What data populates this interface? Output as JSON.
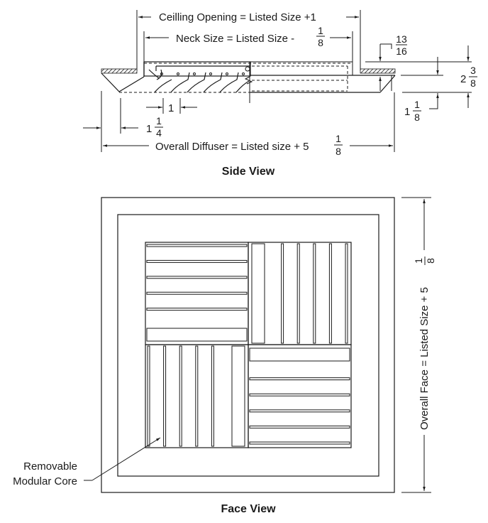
{
  "side_view": {
    "title": "Side View",
    "dim_ceiling_opening": "Ceilling Opening = Listed Size +1",
    "dim_neck_size": "Neck Size = Listed Size -",
    "dim_neck_size_frac": {
      "num": "1",
      "den": "8"
    },
    "dim_overall_diffuser": "Overall Diffuser = Listed size + 5",
    "dim_overall_diffuser_frac": {
      "num": "1",
      "den": "8"
    },
    "dim_one": "1",
    "dim_one_quarter_whole": "1",
    "dim_one_quarter_frac": {
      "num": "1",
      "den": "4"
    },
    "dim_thirteen_sixteenths": {
      "num": "13",
      "den": "16"
    },
    "dim_two_three_eighths_whole": "2",
    "dim_two_three_eighths_frac": {
      "num": "3",
      "den": "8"
    },
    "dim_one_eighth_whole": "1",
    "dim_one_eighth_frac": {
      "num": "1",
      "den": "8"
    }
  },
  "face_view": {
    "title": "Face View",
    "dim_overall_face": "Overall Face = Listed Size + 5",
    "dim_overall_face_frac": {
      "num": "1",
      "den": "8"
    },
    "callout_line1": "Removable",
    "callout_line2": "Modular Core",
    "core_quadrants": [
      {
        "position": "top-left",
        "slat_orientation": "horizontal",
        "slat_count": 6
      },
      {
        "position": "top-right",
        "slat_orientation": "vertical",
        "slat_count": 6
      },
      {
        "position": "bottom-left",
        "slat_orientation": "vertical",
        "slat_count": 6
      },
      {
        "position": "bottom-right",
        "slat_orientation": "horizontal",
        "slat_count": 6
      }
    ]
  }
}
